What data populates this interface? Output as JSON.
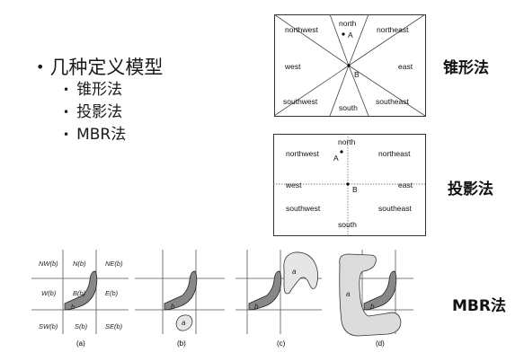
{
  "outline": {
    "title": "几种定义模型",
    "items": [
      "锥形法",
      "投影法",
      "MBR法"
    ]
  },
  "labels": {
    "cone": "锥形法",
    "projection": "投影法",
    "mbr": "MBR法"
  },
  "cone_diagram": {
    "north": "north",
    "south": "south",
    "east": "east",
    "west": "west",
    "northwest": "northwest",
    "northeast": "northeast",
    "southwest": "southwest",
    "southeast": "southeast",
    "point_a": "A",
    "point_b": "B"
  },
  "projection_diagram": {
    "north": "north",
    "south": "south",
    "east": "east",
    "west": "west",
    "northwest": "northwest",
    "northeast": "northeast",
    "southwest": "southwest",
    "southeast": "southeast",
    "point_a": "A",
    "point_b": "B"
  },
  "mbr_grid": {
    "nw": "NW(b)",
    "n": "N(b)",
    "ne": "NE(b)",
    "w": "W(b)",
    "b": "B(b)",
    "e": "E(b)",
    "sw": "SW(b)",
    "s": "S(b)",
    "se": "SE(b)",
    "region_b": "b",
    "region_a": "a",
    "captions": [
      "(a)",
      "(b)",
      "(c)",
      "(d)"
    ]
  }
}
